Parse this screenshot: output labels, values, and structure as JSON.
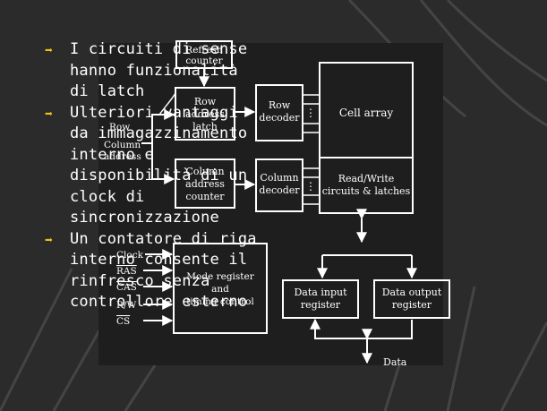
{
  "slide": {
    "bullets": [
      {
        "text": "I circuiti di sense\nhanno funzionalità\ndi latch"
      },
      {
        "text": "Ulteriori vantaggi\nda immagazzinamento\ninterno e\ndisponibilità di un\nclock di\nsincronizzazione"
      },
      {
        "text": "Un contatore di riga\ninterno consente il\nrinfresco senza\ncontrollore esterno"
      }
    ],
    "bullet_icon": "arrow-right-icon",
    "colors": {
      "background": "#2b2b2b",
      "diagram_bg": "#1e1e1e",
      "bullet": "#e8c21a",
      "text": "#ffffff"
    }
  },
  "diagram": {
    "refresh_counter": [
      "Refresh",
      "counter"
    ],
    "row_address_latch": [
      "Row",
      "address",
      "latch"
    ],
    "row_decoder": [
      "Row",
      "decoder"
    ],
    "cell_array": "Cell array",
    "row_label": [
      "Row",
      "address"
    ],
    "column_label": [
      "Column",
      "address"
    ],
    "column_address_counter": [
      "Column",
      "address",
      "counter"
    ],
    "column_decoder": [
      "Column",
      "decoder"
    ],
    "read_write": [
      "Read/Write",
      "circuits & latches"
    ],
    "mode_register": [
      "Mode register",
      "and",
      "timing control"
    ],
    "signals": [
      "Clock",
      "RAS",
      "CAS",
      "R/W",
      "CS"
    ],
    "data_input_register": [
      "Data input",
      "register"
    ],
    "data_output_register": [
      "Data output",
      "register"
    ],
    "data": "Data"
  }
}
